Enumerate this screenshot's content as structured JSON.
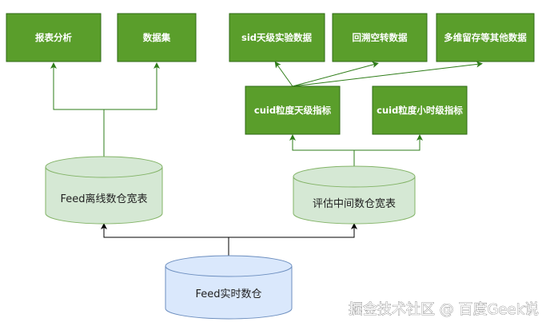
{
  "diagram": {
    "report_analysis": "报表分析",
    "dataset": "数据集",
    "sid_daily_experiment": "sid天级实验数据",
    "backtrace_transfer": "回溯空转数据",
    "multi_dim_retention": "多维留存等其他数据",
    "cuid_daily_metrics": "cuid粒度天级指标",
    "cuid_hourly_metrics": "cuid粒度小时级指标",
    "feed_offline_wide_table": "Feed离线数仓宽表",
    "eval_intermediate_wide_table": "评估中间数仓宽表",
    "feed_realtime_warehouse": "Feed实时数仓"
  },
  "colors": {
    "green_fill": "#5a9e2b",
    "green_stroke": "#2e6a14",
    "green_db_fill": "#d5e8d4",
    "green_db_stroke": "#82b366",
    "blue_db_fill": "#dae8fc",
    "blue_db_stroke": "#6c8ebf",
    "edge_green": "#2e7d18",
    "edge_black": "#000000"
  },
  "watermark": "掘金技术社区 @ 百度Geek说"
}
